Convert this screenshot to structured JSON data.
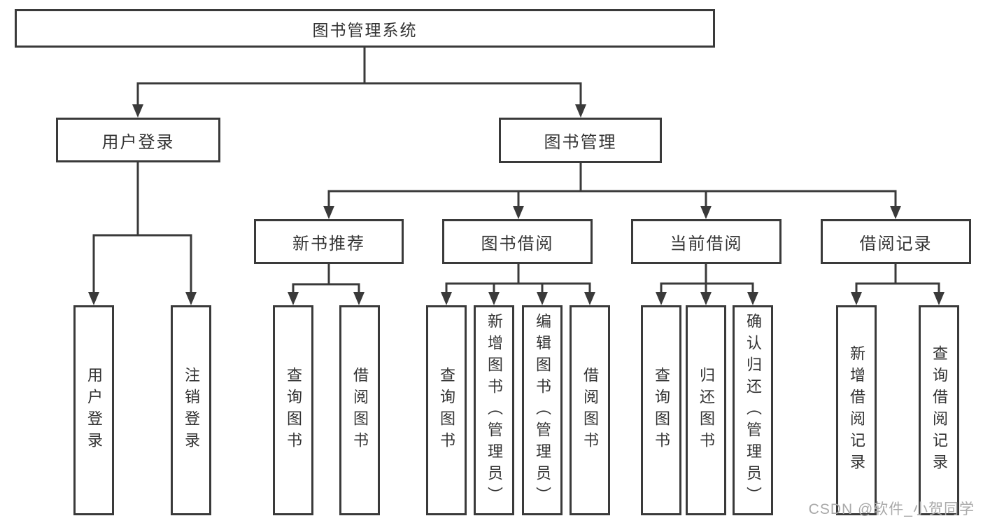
{
  "tree": {
    "root": {
      "label": "图书管理系统",
      "children": [
        {
          "label": "用户登录",
          "children": [
            {
              "label": "用户登录"
            },
            {
              "label": "注销登录"
            }
          ]
        },
        {
          "label": "图书管理",
          "children": [
            {
              "label": "新书推荐",
              "children": [
                {
                  "label": "查询图书"
                },
                {
                  "label": "借阅图书"
                }
              ]
            },
            {
              "label": "图书借阅",
              "children": [
                {
                  "label": "查询图书"
                },
                {
                  "label": "新增图书（管理员）"
                },
                {
                  "label": "编辑图书（管理员）"
                },
                {
                  "label": "借阅图书"
                }
              ]
            },
            {
              "label": "当前借阅",
              "children": [
                {
                  "label": "查询图书"
                },
                {
                  "label": "归还图书"
                },
                {
                  "label": "确认归还（管理员）"
                }
              ]
            },
            {
              "label": "借阅记录",
              "children": [
                {
                  "label": "新增借阅记录"
                },
                {
                  "label": "查询借阅记录"
                }
              ]
            }
          ]
        }
      ]
    }
  },
  "watermark": {
    "text": "CSDN @软件_小贺同学"
  },
  "colors": {
    "line": "#3a3a3a",
    "text": "#333333",
    "watermark": "#a9a9a9",
    "bg": "#ffffff"
  }
}
